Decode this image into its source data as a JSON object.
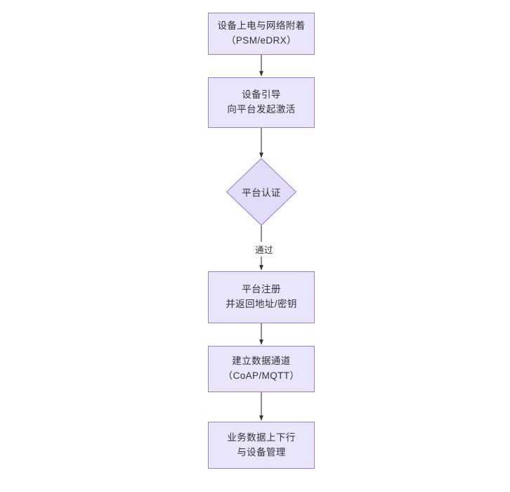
{
  "diagram": {
    "type": "flowchart",
    "orientation": "top-to-bottom",
    "background_color": "#ffffff",
    "node_fill_color": "#e9e5fb",
    "node_border_color": "#a07ce0",
    "text_color": "#333333",
    "edge_color": "#333333",
    "nodes": [
      {
        "id": "power-on",
        "shape": "rectangle",
        "lines": [
          "设备上电与网络附着",
          "（PSM/eDRX）"
        ]
      },
      {
        "id": "bootstrap",
        "shape": "rectangle",
        "lines": [
          "设备引导",
          "向平台发起激活"
        ]
      },
      {
        "id": "platform-auth",
        "shape": "diamond",
        "lines": [
          "平台认证"
        ]
      },
      {
        "id": "platform-register",
        "shape": "rectangle",
        "lines": [
          "平台注册",
          "并返回地址/密钥"
        ]
      },
      {
        "id": "data-channel",
        "shape": "rectangle",
        "lines": [
          "建立数据通道",
          "（CoAP/MQTT）"
        ]
      },
      {
        "id": "business-data",
        "shape": "rectangle",
        "lines": [
          "业务数据上下行",
          "与设备管理"
        ]
      }
    ],
    "edges": [
      {
        "id": "edge-1",
        "from": "power-on",
        "to": "bootstrap",
        "label": ""
      },
      {
        "id": "edge-2",
        "from": "bootstrap",
        "to": "platform-auth",
        "label": ""
      },
      {
        "id": "edge-3",
        "from": "platform-auth",
        "to": "platform-register",
        "label": "通过"
      },
      {
        "id": "edge-4",
        "from": "platform-register",
        "to": "data-channel",
        "label": ""
      },
      {
        "id": "edge-5",
        "from": "data-channel",
        "to": "business-data",
        "label": ""
      }
    ]
  }
}
